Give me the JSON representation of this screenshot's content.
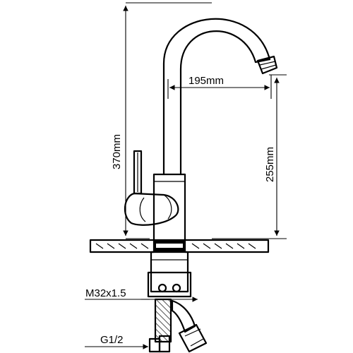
{
  "dimensions": {
    "total_height": "370mm",
    "reach": "195mm",
    "spout_height": "255mm",
    "hose_thread": "M32x1.5",
    "inlet_thread": "G1/2"
  },
  "colors": {
    "line": "#000000",
    "background": "#ffffff",
    "counter_fill": "#f2f2f2"
  }
}
